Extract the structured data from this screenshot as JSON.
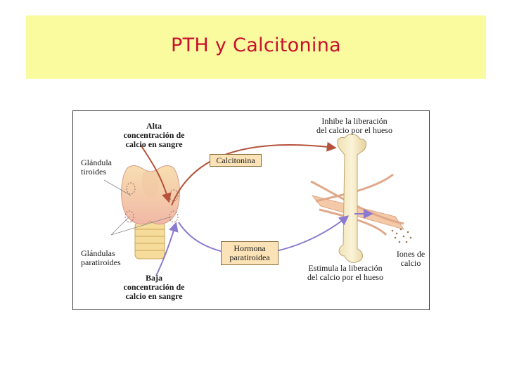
{
  "title": "PTH y Calcitonina",
  "diagram": {
    "high_calcium": [
      "Alta",
      "concentración de",
      "calcio en sangre"
    ],
    "low_calcium": [
      "Baja",
      "concentración de",
      "calcio en sangre"
    ],
    "thyroid_gland": [
      "Glándula",
      "tiroides"
    ],
    "parathyroid_glands": [
      "Glándulas",
      "paratiroides"
    ],
    "calcitonin_box": "Calcitonina",
    "pth_box": [
      "Hormona",
      "paratiroidea"
    ],
    "inhibit_release": [
      "Inhibe la liberación",
      "del calcio por el hueso"
    ],
    "stimulate_release": [
      "Estimula la liberación",
      "del calcio por el hueso"
    ],
    "calcium_ions": [
      "Iones de",
      "calcio"
    ],
    "colors": {
      "title": "#c8102e",
      "title_band": "#fafa9e",
      "calcitonin_arrow": "#b5523a",
      "pth_arrow": "#8a7ad0",
      "hormone_box": "#fbe3b7"
    }
  }
}
